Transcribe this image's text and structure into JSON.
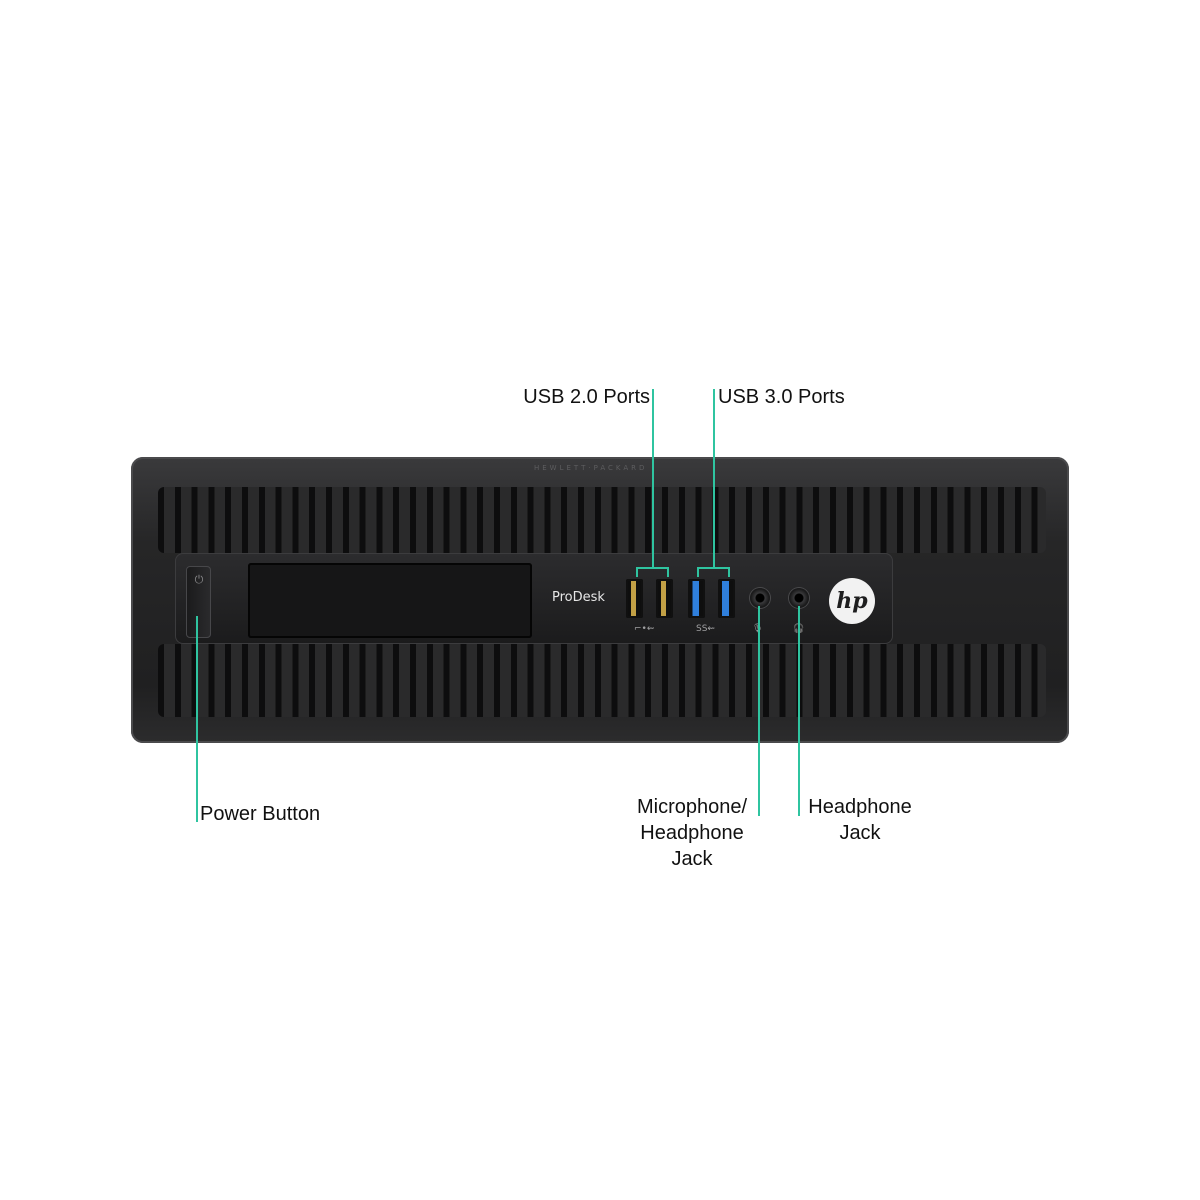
{
  "labels": {
    "usb2": "USB 2.0 Ports",
    "usb3": "USB 3.0 Ports",
    "power": "Power Button",
    "mic_line1": "Microphone/",
    "mic_line2": "Headphone",
    "mic_line3": "Jack",
    "headphone_line1": "Headphone",
    "headphone_line2": "Jack"
  },
  "device": {
    "brand_text": "HEWLETT·PACKARD",
    "model": "ProDesk",
    "logo": "hp",
    "power_icon": "power-icon"
  },
  "colors": {
    "leader": "#2fc4a0",
    "usb2_port": "#c2a045",
    "usb3_port": "#2f7fdc",
    "chassis": "#262627"
  }
}
